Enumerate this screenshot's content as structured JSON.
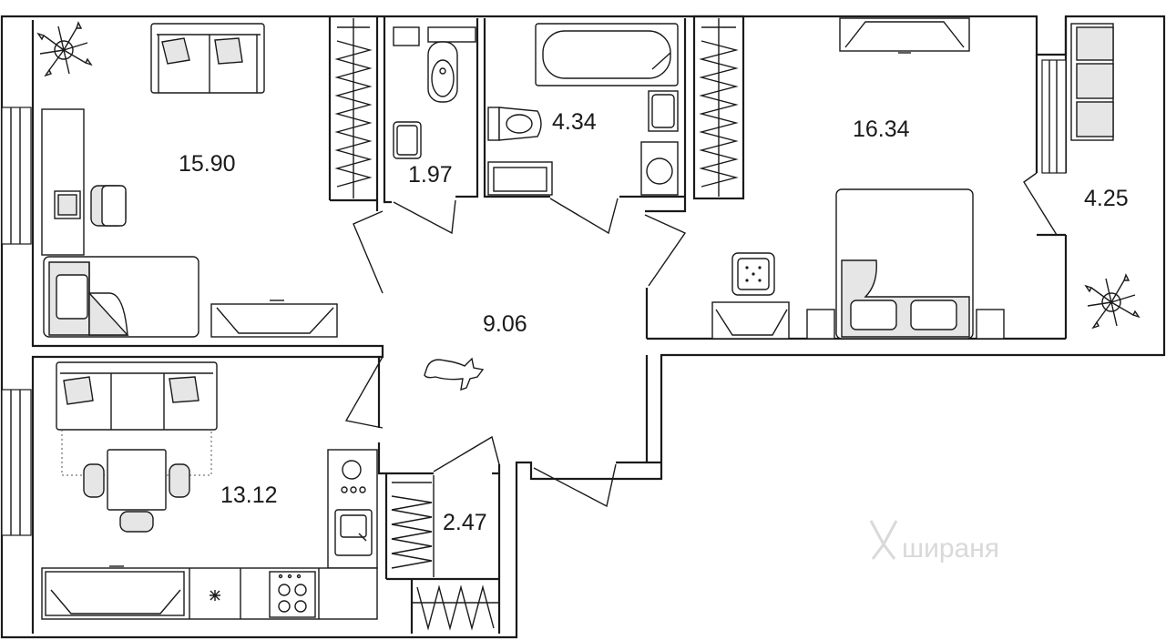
{
  "plan": {
    "rooms": [
      {
        "id": "bedroom-left",
        "area": "15.90"
      },
      {
        "id": "wc",
        "area": "1.97"
      },
      {
        "id": "bathroom",
        "area": "4.34"
      },
      {
        "id": "bedroom-right",
        "area": "16.34"
      },
      {
        "id": "balcony",
        "area": "4.25"
      },
      {
        "id": "hallway",
        "area": "9.06"
      },
      {
        "id": "kitchen-living",
        "area": "13.12"
      },
      {
        "id": "storage",
        "area": "2.47"
      }
    ],
    "watermark": "шираня"
  }
}
